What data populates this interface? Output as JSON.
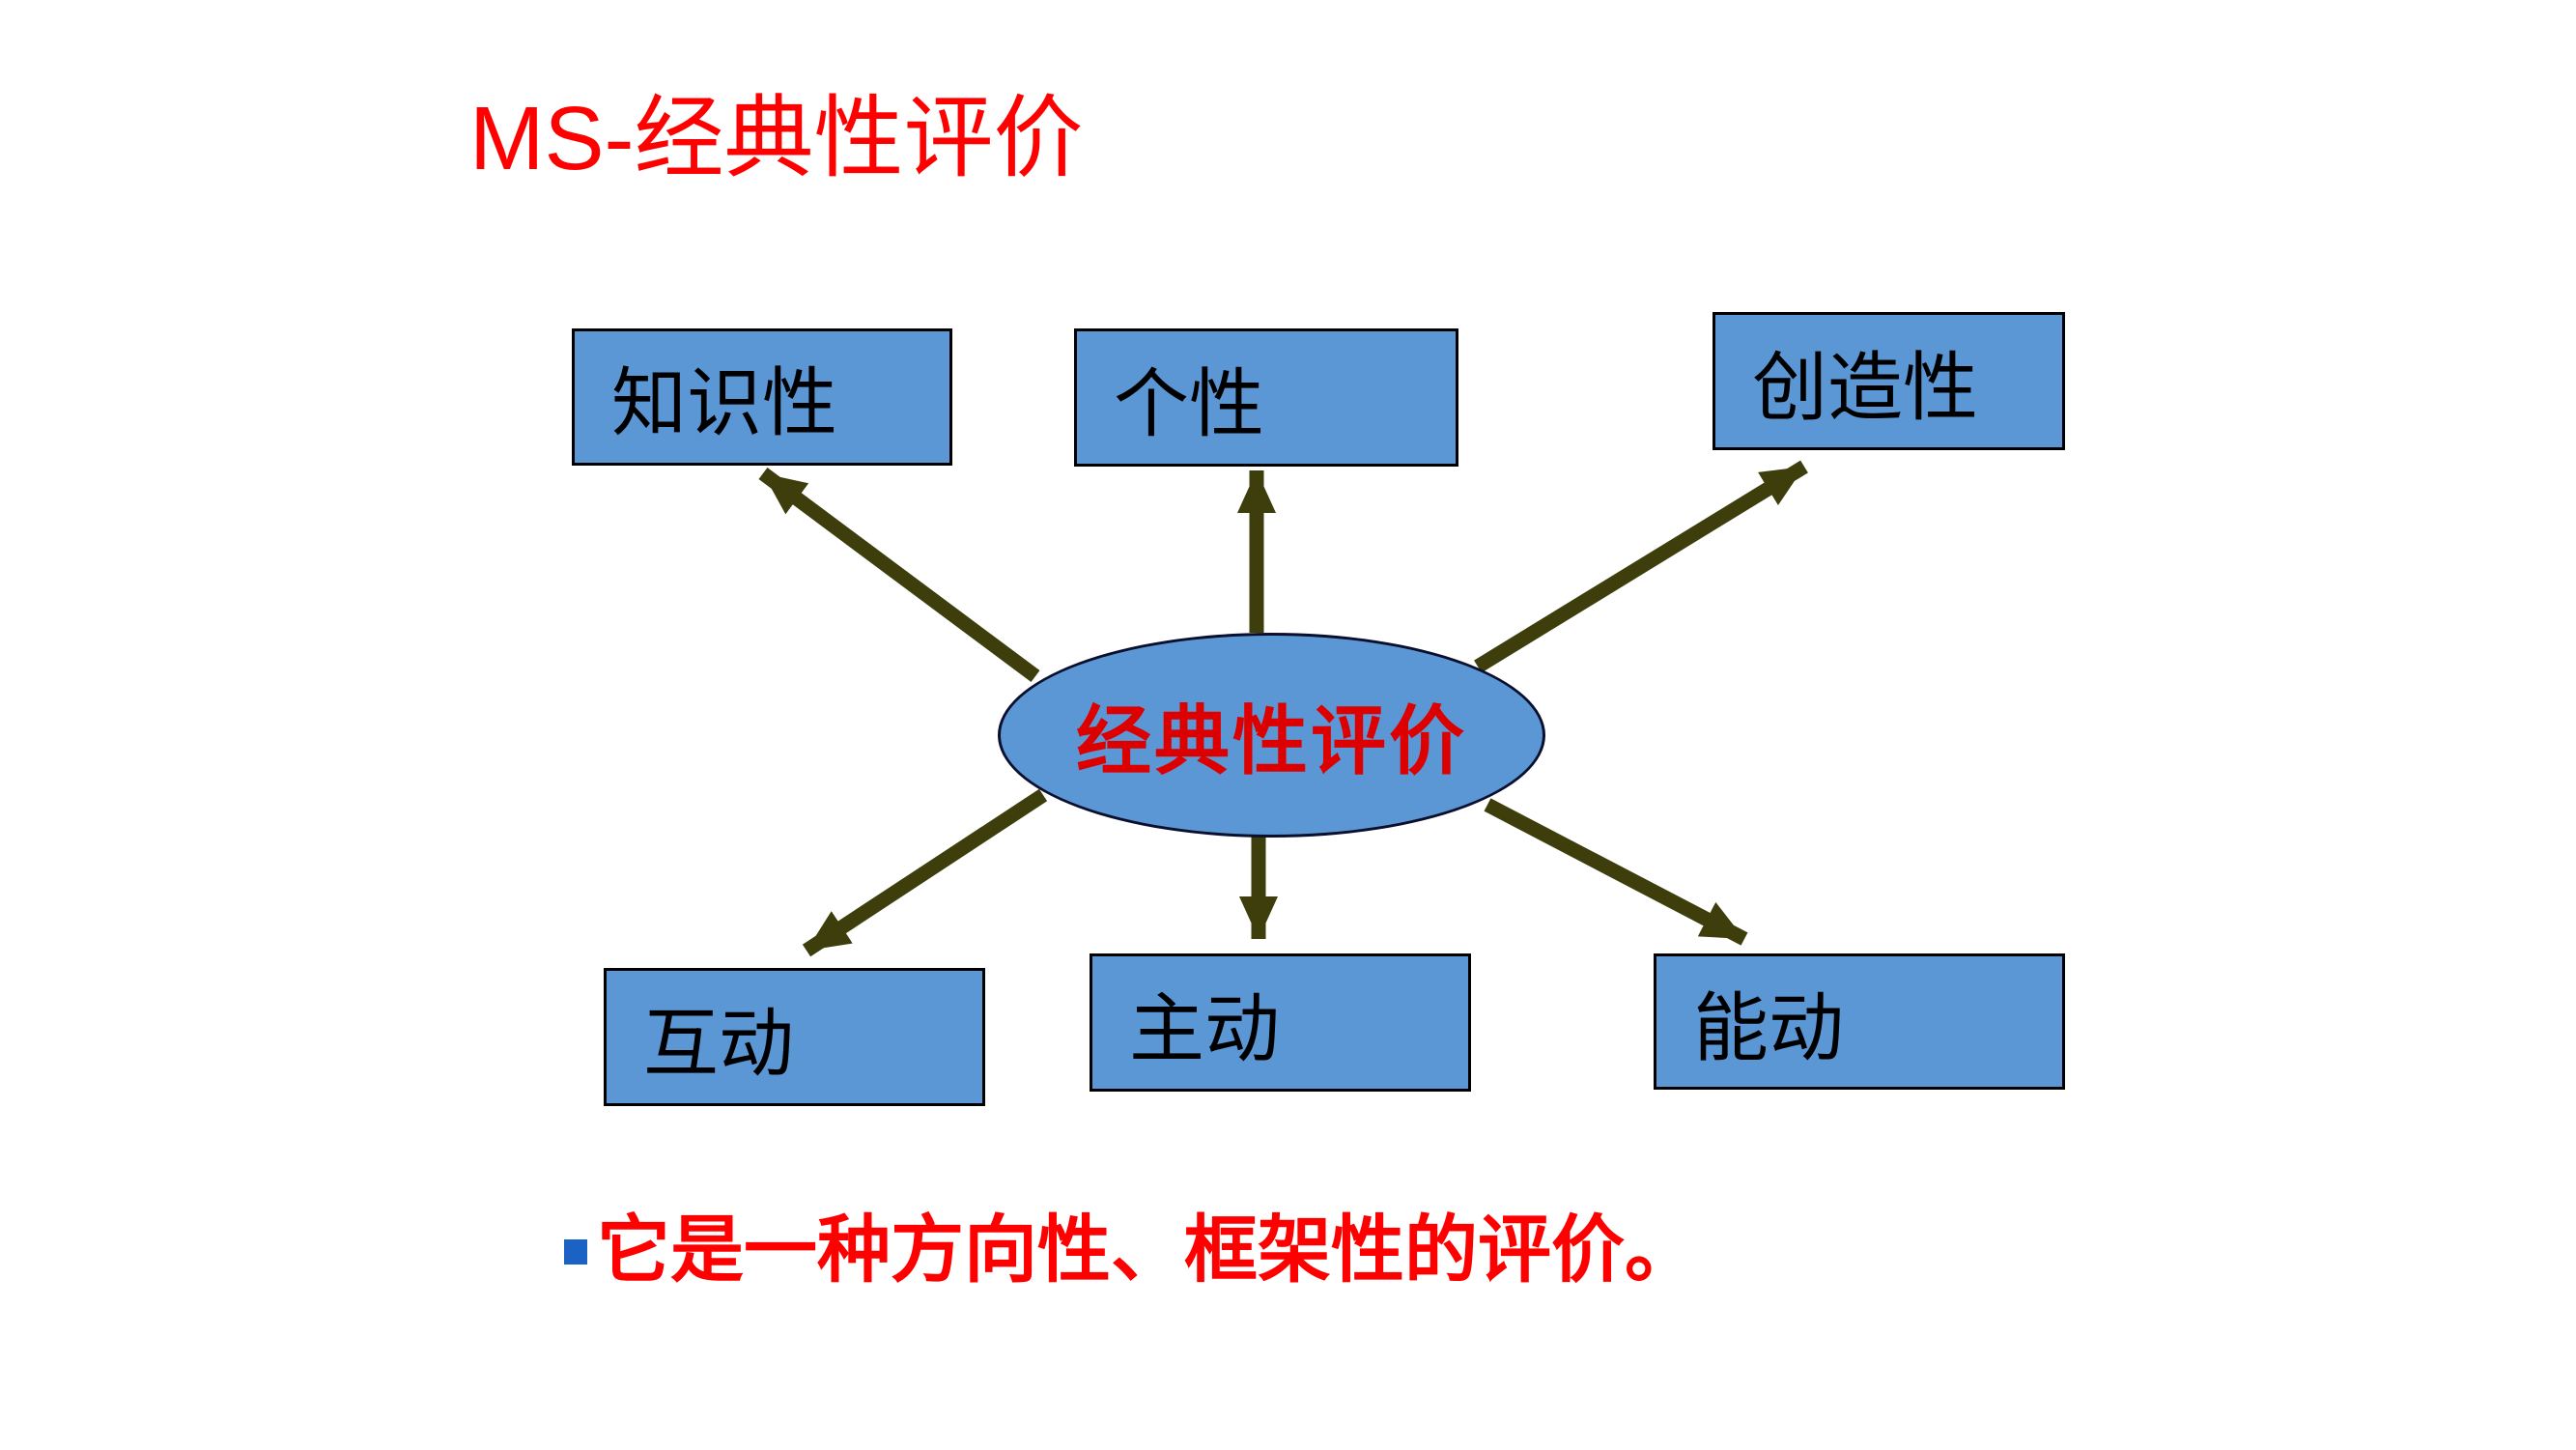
{
  "slide": {
    "title": "MS-经典性评价",
    "center_label": "经典性评价",
    "nodes": [
      {
        "label": "知识性"
      },
      {
        "label": "个性"
      },
      {
        "label": "创造性"
      },
      {
        "label": "互动"
      },
      {
        "label": "主动"
      },
      {
        "label": "能动"
      }
    ],
    "bullet_text": "它是一种方向性、框架性的评价。",
    "colors": {
      "background": "#FFFFFF",
      "title_red": "#FF0000",
      "center_text_red": "#DD0000",
      "bullet_red": "#FF0000",
      "bullet_square_blue": "#1A63C5",
      "node_fill_blue": "#5B97D5",
      "node_text": "#000000",
      "node_border": "#000000",
      "ellipse_border": "#0A0F2E",
      "arrow_olive": "#3E3D0C"
    }
  }
}
